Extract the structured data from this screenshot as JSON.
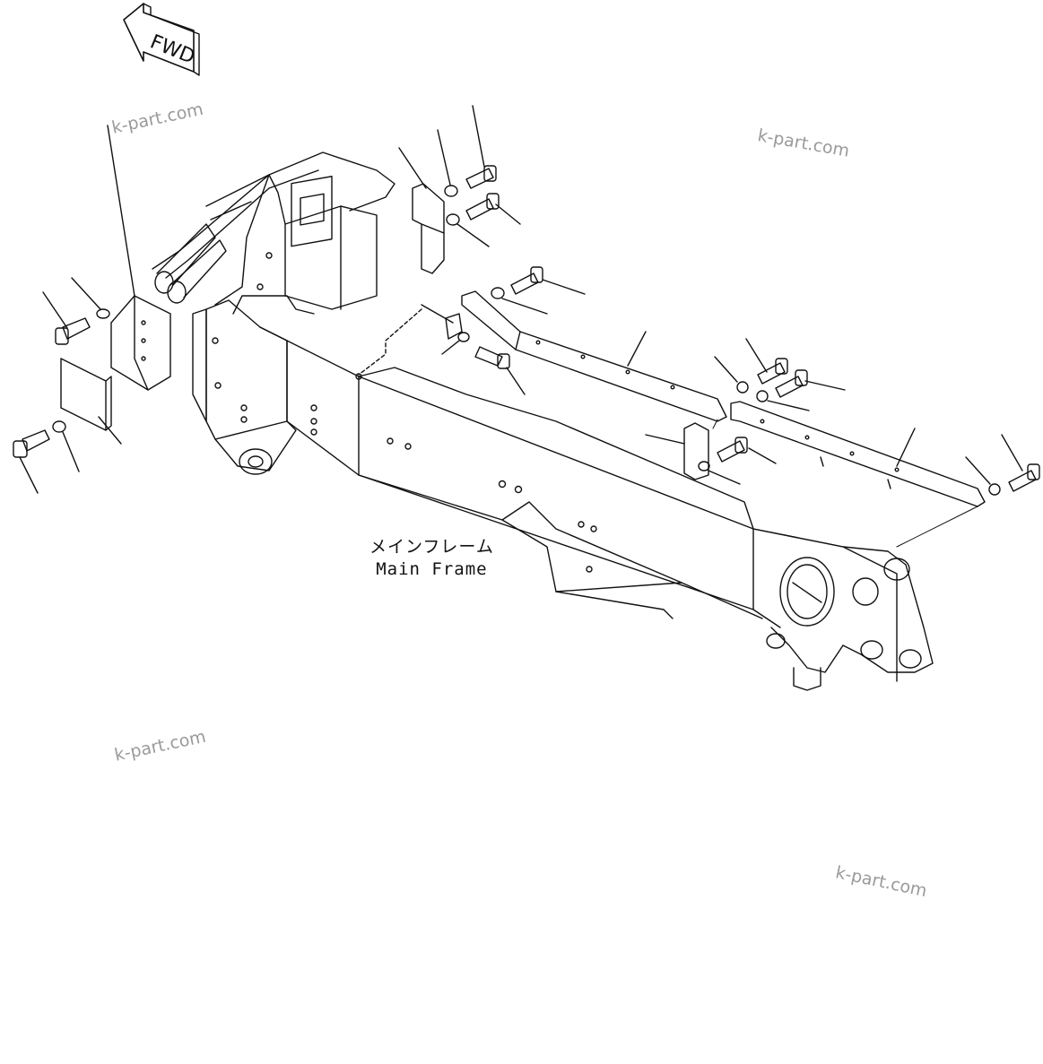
{
  "fwd_label": "FWD",
  "main_frame": {
    "label_ja": "メインフレーム",
    "label_en": "Main Frame"
  },
  "watermarks": [
    "k-part.com",
    "k-part.com",
    "k-part.com",
    "k-part.com"
  ]
}
